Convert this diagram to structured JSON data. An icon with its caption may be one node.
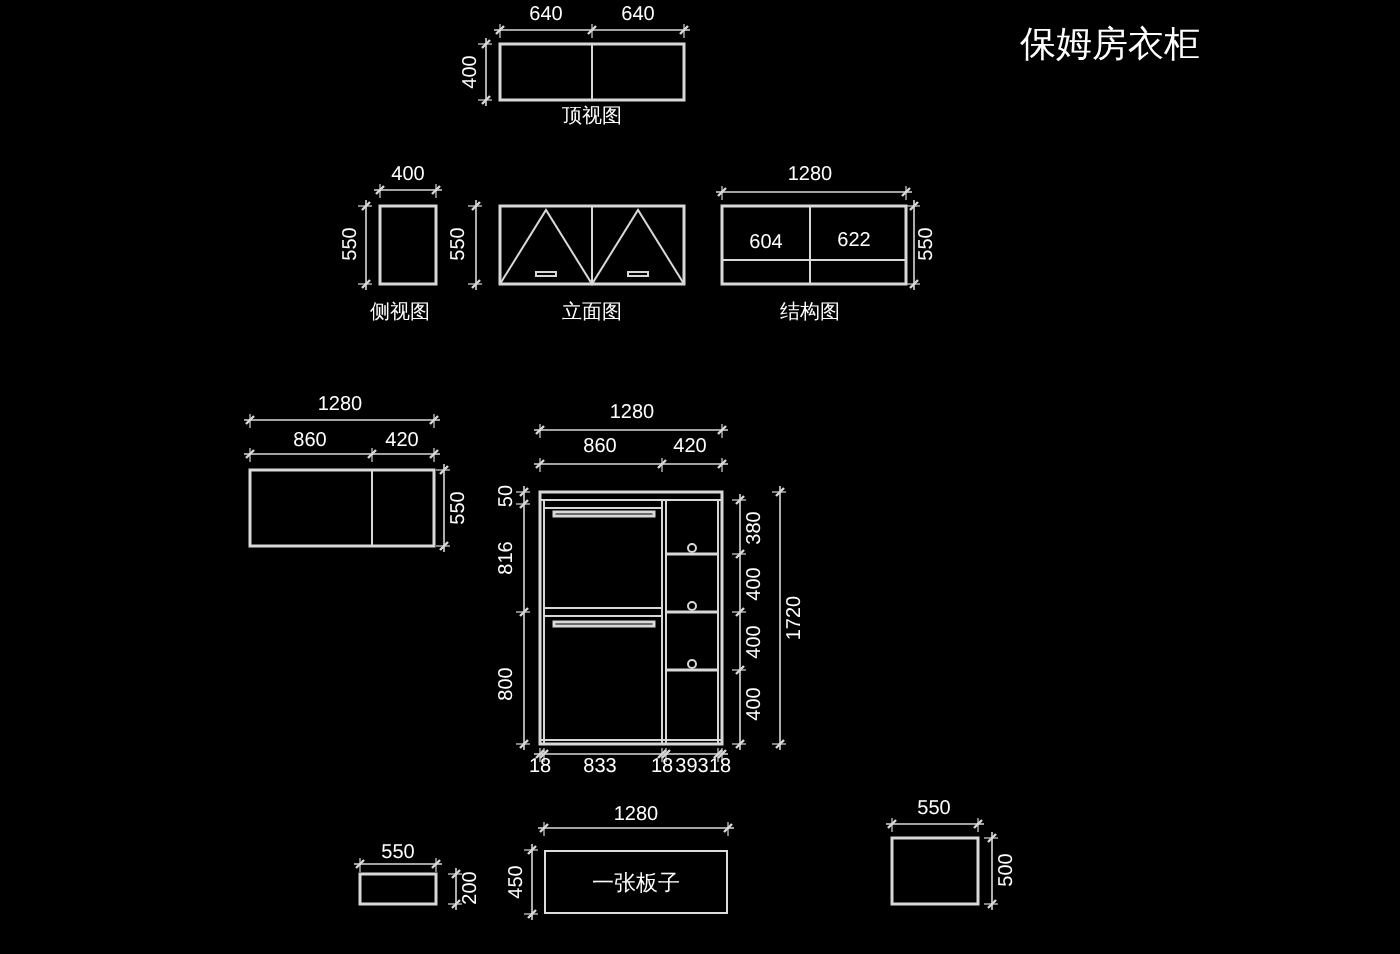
{
  "diagram": {
    "title": "保姆房衣柜",
    "nodes": [
      {
        "text": [
          "一张板子"
        ]
      }
    ],
    "labels": [
      "640",
      "640",
      "400",
      "顶视图",
      "400",
      "550",
      "550",
      "1280",
      "604",
      "622",
      "550",
      "侧视图",
      "立面图",
      "结构图",
      "1280",
      "860",
      "420",
      "550",
      "1280",
      "860",
      "420",
      "50",
      "816",
      "800",
      "380",
      "400",
      "400",
      "400",
      "1720",
      "18",
      "833",
      "18",
      "393",
      "18",
      "550",
      "550",
      "200",
      "1280",
      "450",
      "500"
    ]
  }
}
